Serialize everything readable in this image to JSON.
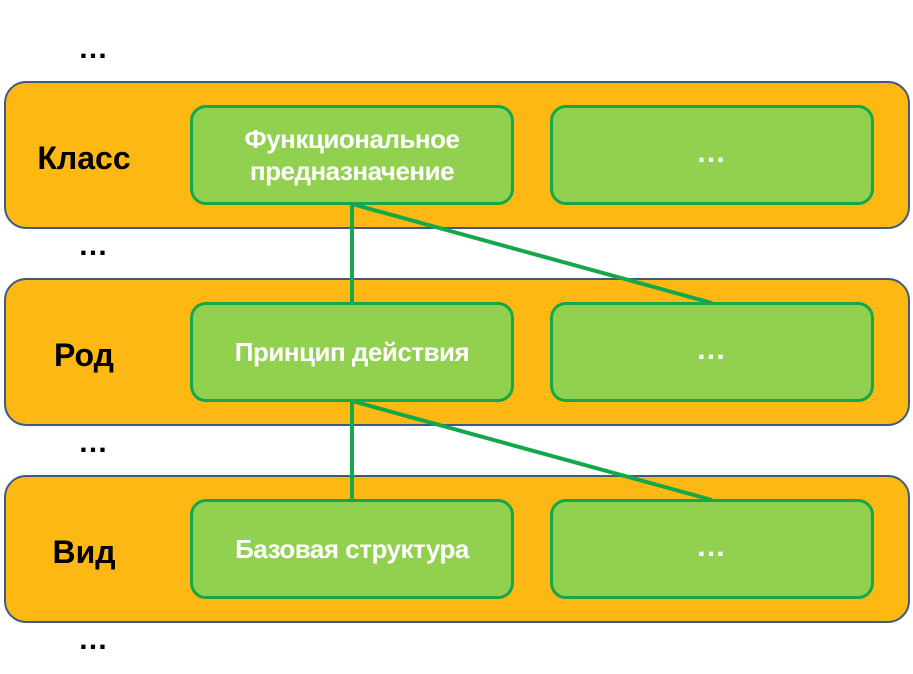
{
  "colors": {
    "band_fill": "#fdb813",
    "band_border": "#3e5a80",
    "node_fill": "#92d050",
    "node_border": "#14a84a",
    "connector": "#14a84a",
    "node_text": "#ffffff",
    "label_text": "#000000"
  },
  "gap_ellipsis": "…",
  "levels": [
    {
      "label": "Класс",
      "node_primary": "Функциональное\nпредназначение",
      "node_secondary": "…"
    },
    {
      "label": "Род",
      "node_primary": "Принцип действия",
      "node_secondary": "…"
    },
    {
      "label": "Вид",
      "node_primary": "Базовая структура",
      "node_secondary": "…"
    }
  ]
}
